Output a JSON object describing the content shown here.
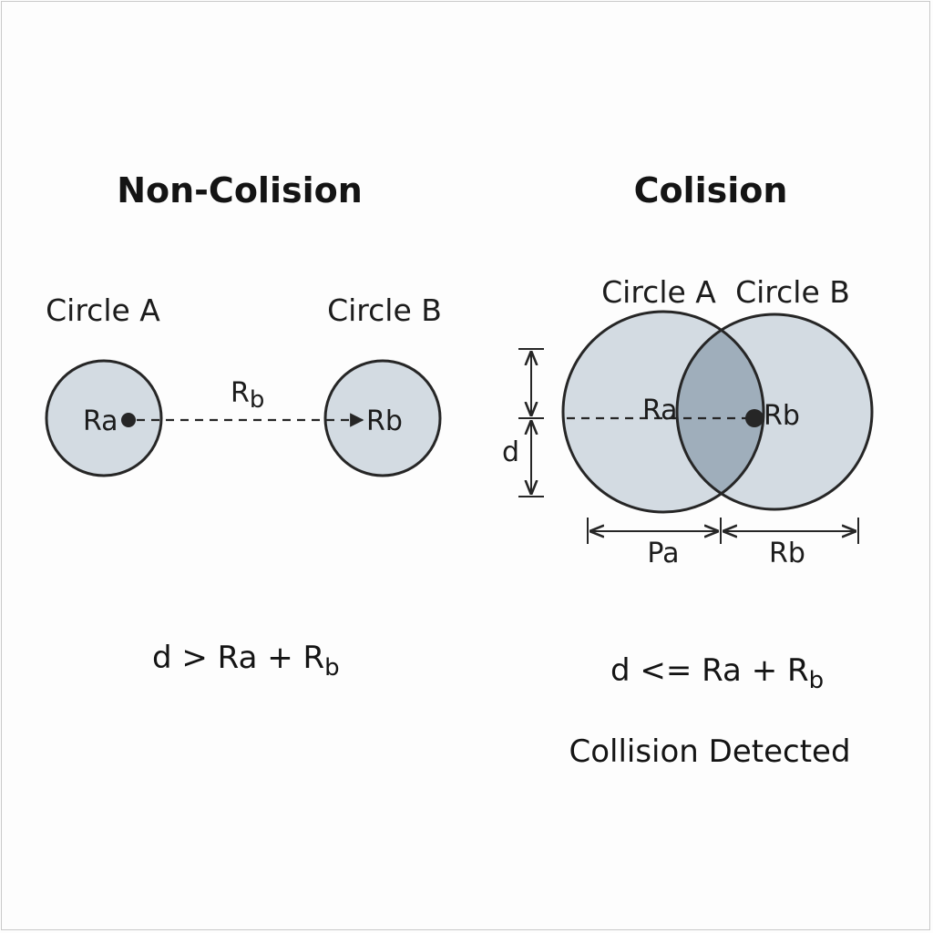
{
  "left_panel": {
    "title": "Non-Colision",
    "circle_a_label": "Circle A",
    "circle_b_label": "Circle B",
    "center_a_label": "Ra",
    "center_b_label": "Rb",
    "distance_label_main": "R",
    "distance_label_sub": "b",
    "formula_main": "d > Ra + R",
    "formula_sub": "b"
  },
  "right_panel": {
    "title": "Colision",
    "circle_a_label": "Circle A",
    "circle_b_label": "Circle B",
    "center_a_label": "Ra",
    "center_b_label": "Rb",
    "vertical_dimension_label": "d",
    "horizontal_dimension_a_label": "Pa",
    "horizontal_dimension_b_label": "Rb",
    "formula_main": "d <= Ra + R",
    "formula_sub": "b",
    "result_text": "Collision Detected"
  },
  "colors": {
    "circle_fill": "#d3dbe2",
    "overlap_fill": "#9faebb",
    "stroke": "#262626"
  }
}
